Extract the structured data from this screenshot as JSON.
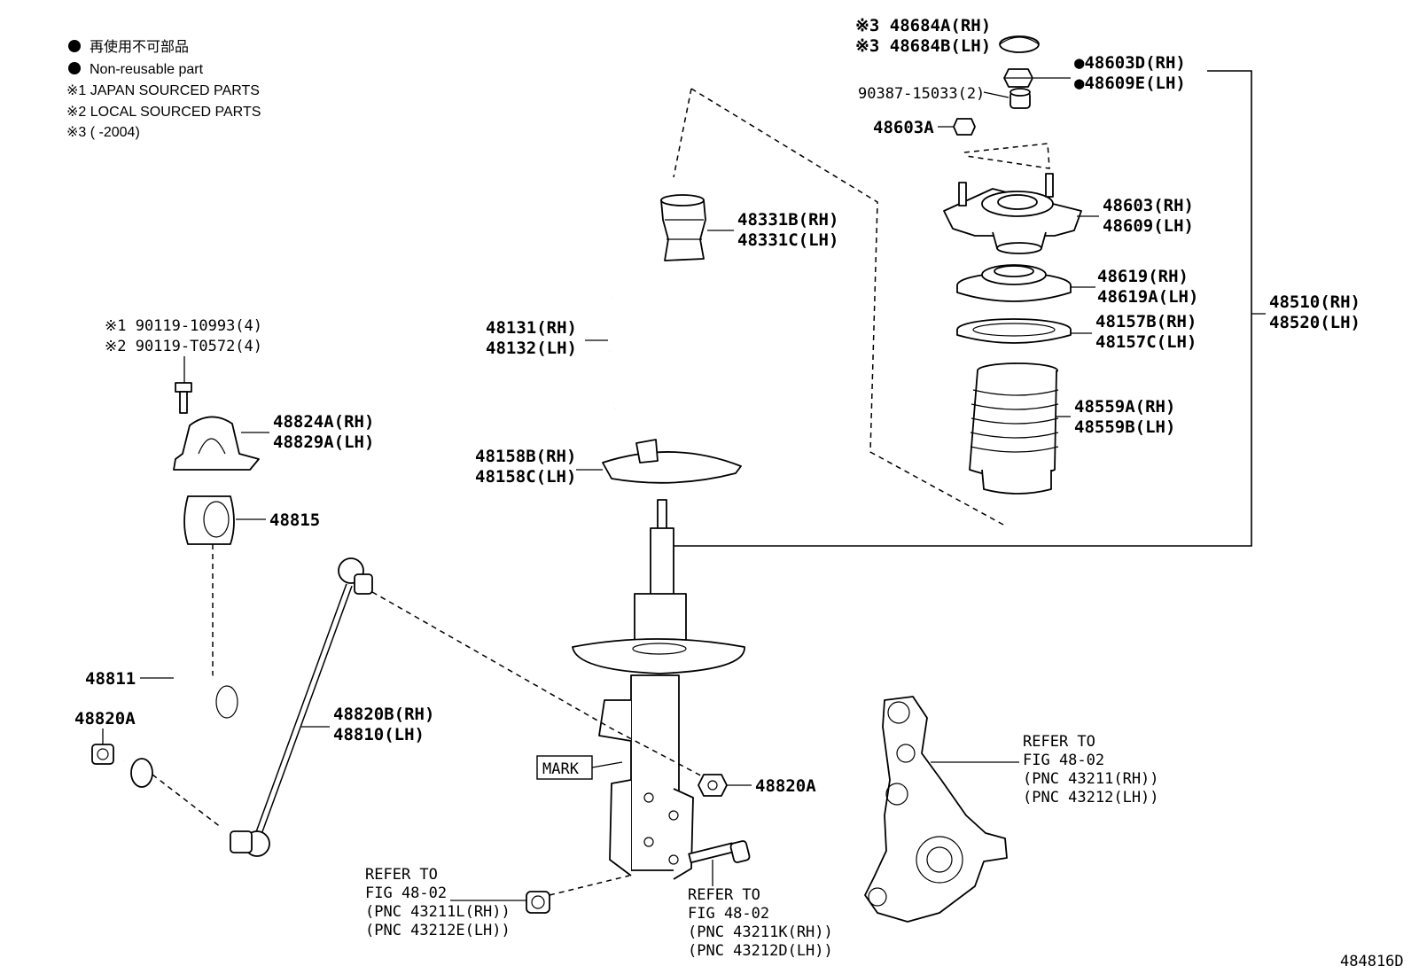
{
  "legend": {
    "line1": "再使用不可部品",
    "line2": "Non-reusable part",
    "line3": "※1 JAPAN SOURCED PARTS",
    "line4": "※2 LOCAL SOURCED PARTS",
    "line5": "※3 (      -2004)"
  },
  "labels": {
    "cap_rh": "※3 48684A(RH)",
    "cap_lh": "※3 48684B(LH)",
    "nut_rh": "●48603D(RH)",
    "nut_lh": "●48609E(LH)",
    "bushing_small": "90387-15033(2)",
    "nut_48603a": "48603A",
    "support_rh": "48603(RH)",
    "support_lh": "48609(LH)",
    "seat_rh": "48619(RH)",
    "seat_lh": "48619A(LH)",
    "insulator_rh": "48157B(RH)",
    "insulator_lh": "48157C(LH)",
    "boot_rh": "48559A(RH)",
    "boot_lh": "48559B(LH)",
    "assy_rh": "48510(RH)",
    "assy_lh": "48520(LH)",
    "bumper_rh": "48331B(RH)",
    "bumper_lh": "48331C(LH)",
    "spring_rh": "48131(RH)",
    "spring_lh": "48132(LH)",
    "lower_ins_rh": "48158B(RH)",
    "lower_ins_lh": "48158C(LH)",
    "bolt1": "※1 90119-10993(4)",
    "bolt2": "※2 90119-T0572(4)",
    "bracket_rh": "48824A(RH)",
    "bracket_lh": "48829A(LH)",
    "bush_48815": "48815",
    "stabilizer": "48811",
    "nut_48820a_left": "48820A",
    "link_rh": "48820B(RH)",
    "link_lh": "48810(LH)",
    "nut_48820a_right": "48820A",
    "mark": "MARK",
    "knuckle_ref1": "REFER TO",
    "knuckle_ref2": "FIG 48-02",
    "knuckle_ref3": "(PNC 43211(RH))",
    "knuckle_ref4": "(PNC 43212(LH))",
    "nut_ref1": "REFER TO",
    "nut_ref2": "FIG 48-02",
    "nut_ref3": "(PNC 43211L(RH))",
    "nut_ref4": "(PNC 43212E(LH))",
    "bolt_ref1": "REFER TO",
    "bolt_ref2": "FIG 48-02",
    "bolt_ref3": "(PNC 43211K(RH))",
    "bolt_ref4": "(PNC 43212D(LH))",
    "figure_id": "484816D"
  },
  "icons": {
    "non_reusable_marker": "filled-circle-icon"
  }
}
